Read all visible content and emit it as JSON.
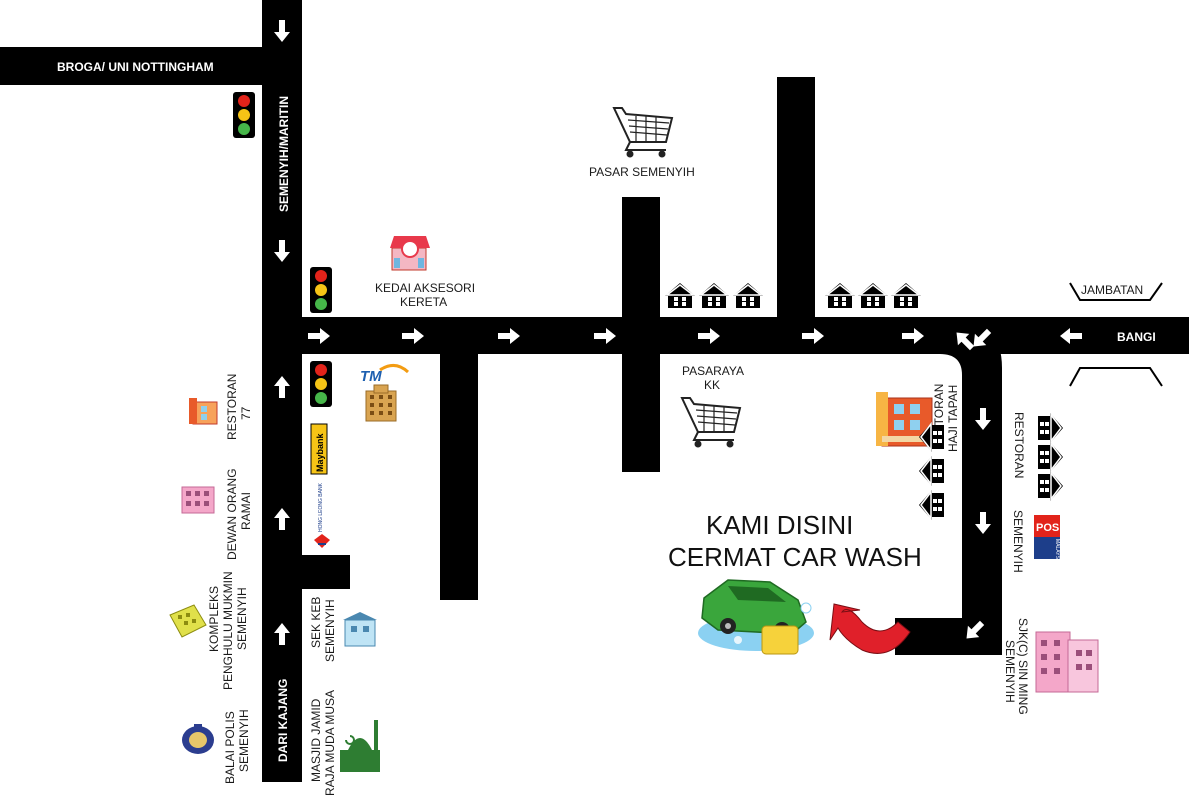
{
  "labels": {
    "broga": "BROGA/ UNI NOTTINGHAM",
    "semenyih_maritin": "SEMENYIH/MARITIN",
    "kedai_line1": "KEDAI AKSESORI",
    "kedai_line2": "KERETA",
    "pasar": "PASAR SEMENYIH",
    "pasaraya_line1": "PASARAYA",
    "pasaraya_line2": "KK",
    "jambatan": "JAMBATAN",
    "bangi": "BANGI",
    "restoran_haji_line1": "RESTORAN",
    "restoran_haji_line2": "HAJI TAPAH",
    "restoran_right": "RESTORAN",
    "pos_line1": "POS",
    "pos_line2": "SEMENYIH",
    "sjkc_line1": "SJK(C) SIN MING",
    "sjkc_line2": "SEMENYIH",
    "kami_line1": "KAMI DISINI",
    "kami_line2": "CERMAT CAR WASH",
    "restoran77_line1": "RESTORAN",
    "restoran77_line2": "77",
    "dewan_line1": "DEWAN ORANG",
    "dewan_line2": "RAMAI",
    "kompleks_line1": "KOMPLEKS",
    "kompleks_line2": "PENGHULU MUKMIN",
    "kompleks_line3": "SEMENYIH",
    "balai_line1": "BALAI POLIS",
    "balai_line2": "SEMENYIH",
    "sek_keb_line1": "SEK KEB",
    "sek_keb_line2": "SEMENYIH",
    "masjid_line1": "MASJID JAMID",
    "masjid_line2": "RAJA MUDA MUSA",
    "dari_kajang": "DARI KAJANG",
    "tm_logo": "TM",
    "maybank_logo": "Maybank",
    "hong_leong": "HONG LEONG BANK",
    "pos_logo": "POS",
    "pos_logo_sub": "MALAYSIA"
  },
  "colors": {
    "road": "#000000",
    "arrow": "#ffffff",
    "accent_red": "#e0202a",
    "car_green": "#3aa63c",
    "traffic_red": "#e2231a",
    "traffic_yellow": "#f6c416",
    "traffic_green": "#46b649"
  },
  "icons": [
    "traffic-light-icon",
    "shopping-cart-icon",
    "shop-icon",
    "house-icon",
    "building-icon",
    "car-wash-icon",
    "curved-arrow-icon",
    "mosque-icon",
    "police-crest-icon"
  ]
}
